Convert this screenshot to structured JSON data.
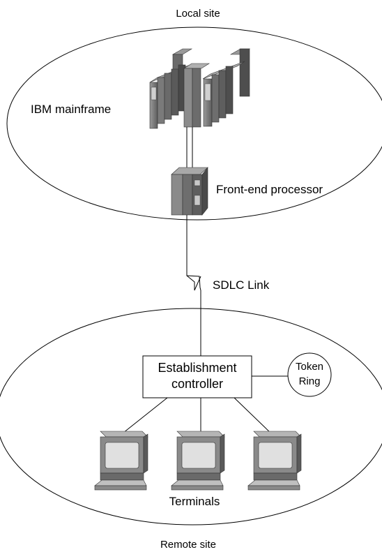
{
  "labels": {
    "local_site": "Local site",
    "remote_site": "Remote site",
    "mainframe": "IBM mainframe",
    "fep": "Front-end processor",
    "link": "SDLC Link",
    "controller_line1": "Establishment",
    "controller_line2": "controller",
    "token_line1": "Token",
    "token_line2": "Ring",
    "terminals": "Terminals"
  },
  "colors": {
    "equipment_dark": "#5a5a5a",
    "equipment_mid": "#8a8a8a",
    "equipment_light": "#b5b5b5",
    "screen": "#e0e0e0",
    "line": "#000000"
  }
}
